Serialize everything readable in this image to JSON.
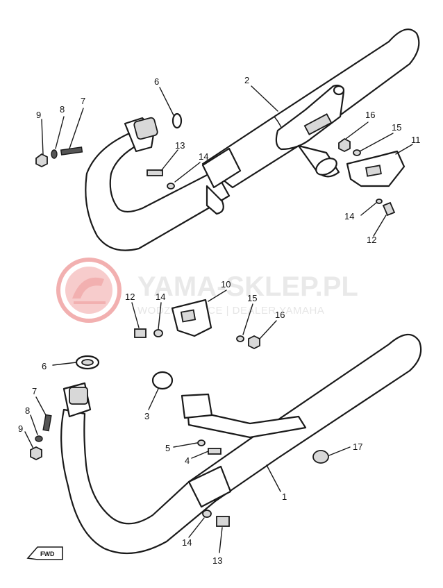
{
  "watermark": {
    "brand": "YAMA-SKLEP.PL",
    "tagline": "WODZISŁAWICE | DEALER YAMAHA",
    "logo_color": "#e64a4a"
  },
  "direction_marker": "FWD",
  "callouts_upper": {
    "c9": "9",
    "c8": "8",
    "c7": "7",
    "c6": "6",
    "c2": "2",
    "c16": "16",
    "c15": "15",
    "c11": "11",
    "c13": "13",
    "c14": "14",
    "c14b": "14",
    "c12": "12"
  },
  "callouts_lower": {
    "c12": "12",
    "c14": "14",
    "c10": "10",
    "c15": "15",
    "c16": "16",
    "c6": "6",
    "c7": "7",
    "c8": "8",
    "c9": "9",
    "c3": "3",
    "c5": "5",
    "c4": "4",
    "c1": "1",
    "c17": "17",
    "c14b": "14",
    "c13": "13"
  }
}
